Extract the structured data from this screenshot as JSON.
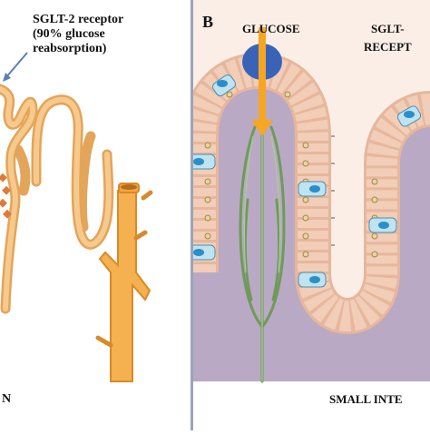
{
  "panel_a": {
    "receptor_label_lines": [
      "SGLT-2 receptor",
      "(90% glucose",
      "reabsorption)"
    ],
    "bottom_label_fragment": "N"
  },
  "panel_b": {
    "panel_letter": "B",
    "glucose_label": "GLUCOSE",
    "receptor_label_lines": [
      "SGLT-",
      "RECEPT"
    ],
    "bottom_label_fragment": "SMALL INTE",
    "colors": {
      "background": "#fbeee6",
      "lumen": "#b9a9c4",
      "cells": "#f0c9b3",
      "receptor_cells": "#bfe3ef",
      "receptor_nuclei": "#2a8fc9",
      "glucose": "#3a63b8",
      "arrow": "#f5a623",
      "vessel": "#6f9a5a"
    }
  }
}
